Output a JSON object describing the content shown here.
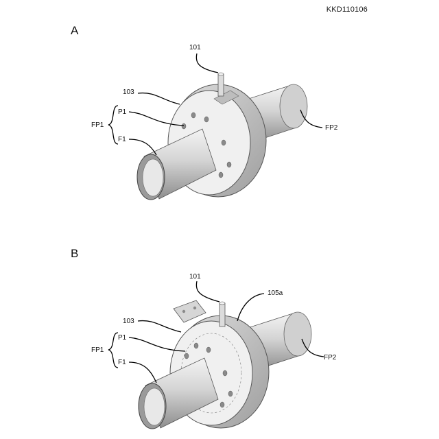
{
  "document_id": "KKD110106",
  "panels": [
    {
      "label": "A",
      "callouts": {
        "pin": "101",
        "flange": "103",
        "plate": "",
        "pipe": "F1",
        "face": "P1",
        "group": "FP1",
        "far_pipe": "FP2"
      }
    },
    {
      "label": "B",
      "callouts": {
        "pin": "101",
        "flange": "103",
        "plate": "105a",
        "pipe": "F1",
        "face": "P1",
        "group": "FP1",
        "far_pipe": "FP2"
      }
    }
  ],
  "colors": {
    "ink": "#111111",
    "surface_light": "#f2f2f2",
    "surface_mid": "#cfcfcf",
    "surface_dark": "#9a9a9a"
  }
}
